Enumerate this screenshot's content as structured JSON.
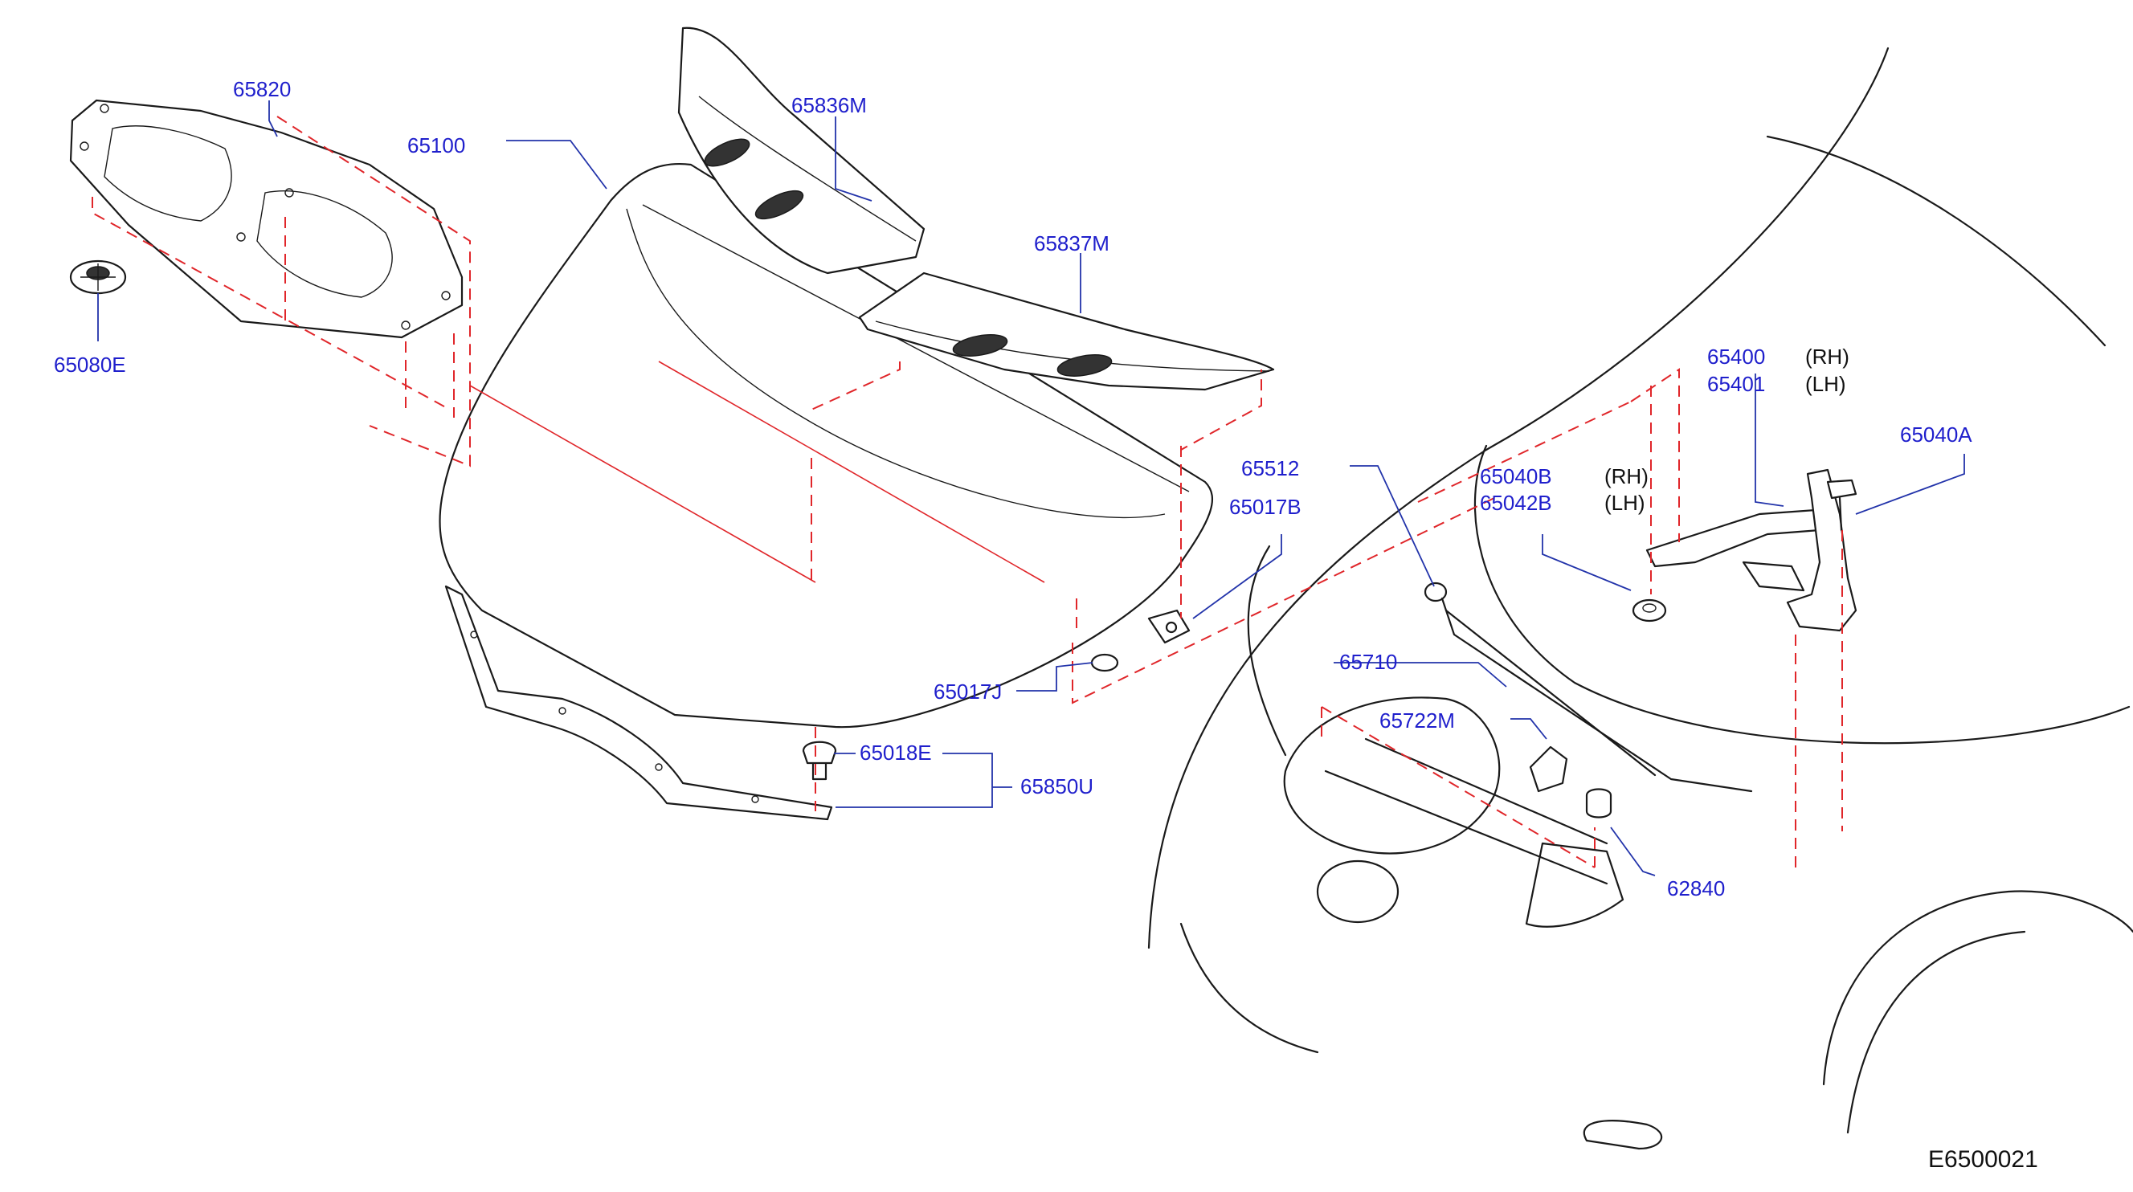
{
  "diagram": {
    "code": "E6500021",
    "colors": {
      "part_label": "#1f1fcc",
      "leader": "#2233aa",
      "alignment_dash": "#e0262a",
      "outline": "#1a1a1a"
    },
    "labels": {
      "p65820": "65820",
      "p65100": "65100",
      "p65836M": "65836M",
      "p65837M": "65837M",
      "p65080E": "65080E",
      "p65512": "65512",
      "p65017B": "65017B",
      "p65017J": "65017J",
      "p65018E": "65018E",
      "p65850U": "65850U",
      "p65710": "65710",
      "p65722M": "65722M",
      "p62840": "62840",
      "p65040B": "65040B",
      "p65042B": "65042B",
      "p65400": "65400",
      "p65401": "65401",
      "p65040A": "65040A"
    },
    "side": {
      "hinge_rh": "(RH)",
      "hinge_lh": "(LH)",
      "bolt_rh": "(RH)",
      "bolt_lh": "(LH)"
    }
  }
}
